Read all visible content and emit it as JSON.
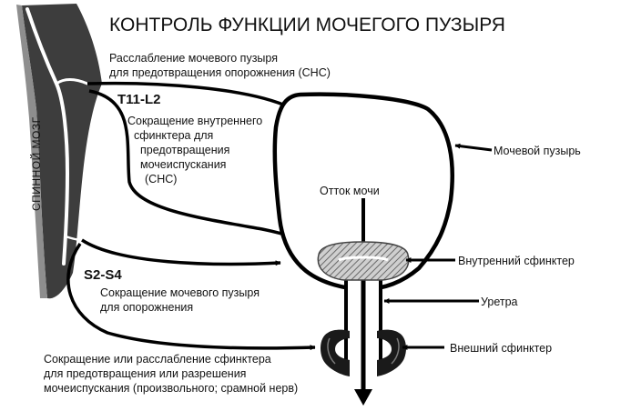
{
  "title": "КОНТРОЛЬ ФУНКЦИИ МОЧЕГОГО ПУЗЫРЯ",
  "spinal_cord_label": "СПИННОЙ МОЗГ",
  "segments": {
    "upper": "T11-L2",
    "lower": "S2-S4"
  },
  "annotations": {
    "relaxation": [
      "Расслабление мочевого пузыря",
      "для предотвращения опорожнения (СНС)"
    ],
    "internal_contraction": [
      "Сокращение внутреннего",
      "сфинктера для",
      "предотвращения",
      "мочеиспускания",
      "(СНС)"
    ],
    "bladder_contraction": [
      "Сокращение мочевого пузыря",
      "для опорожнения"
    ],
    "external_control": [
      "Сокращение или расслабление сфинктера",
      "для предотвращения или разрешения",
      "мочеиспускания (произвольного; срамной нерв)"
    ]
  },
  "structures": {
    "bladder": "Мочевой пузырь",
    "urine_flow": "Отток мочи",
    "internal_sphincter": "Внутренний сфинктер",
    "urethra": "Уретра",
    "external_sphincter": "Внешний сфинктер"
  }
}
